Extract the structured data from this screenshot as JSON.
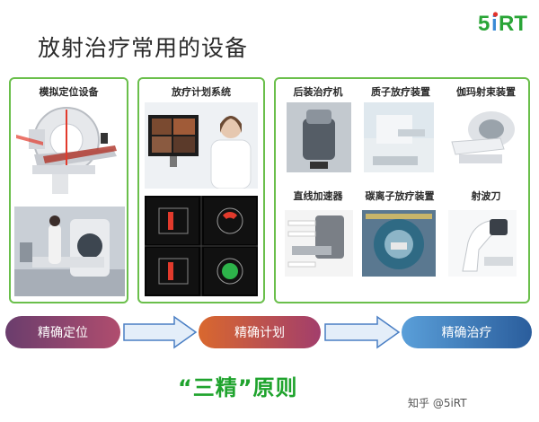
{
  "brand": {
    "logo_text": "5iRT",
    "logo_colors": [
      "#2aa537",
      "#3a8ad6",
      "#e2322b"
    ]
  },
  "page": {
    "title": "放射治疗常用的设备"
  },
  "panels": {
    "simulation": {
      "title": "模拟定位设备"
    },
    "planning": {
      "title": "放疗计划系统"
    },
    "equipment": {
      "items": [
        {
          "label": "后装治疗机"
        },
        {
          "label": "质子放疗装置"
        },
        {
          "label": "伽玛射束装置"
        },
        {
          "label": "直线加速器"
        },
        {
          "label": "碳离子放疗装置"
        },
        {
          "label": "射波刀"
        }
      ]
    }
  },
  "flow": {
    "steps": [
      {
        "label": "精确定位",
        "color": "#8a4470"
      },
      {
        "label": "精确计划",
        "color": "#c8572f"
      },
      {
        "label": "精确治疗",
        "color": "#3f7fc1"
      }
    ]
  },
  "principle": {
    "text": "“三精”原则"
  },
  "watermark": {
    "text": "知乎 @5iRT"
  },
  "colors": {
    "panel_border": "#6abf4b",
    "principle_green": "#1fa32d",
    "arrow_fill": "#e4eef9",
    "arrow_stroke": "#4a7fc4"
  }
}
